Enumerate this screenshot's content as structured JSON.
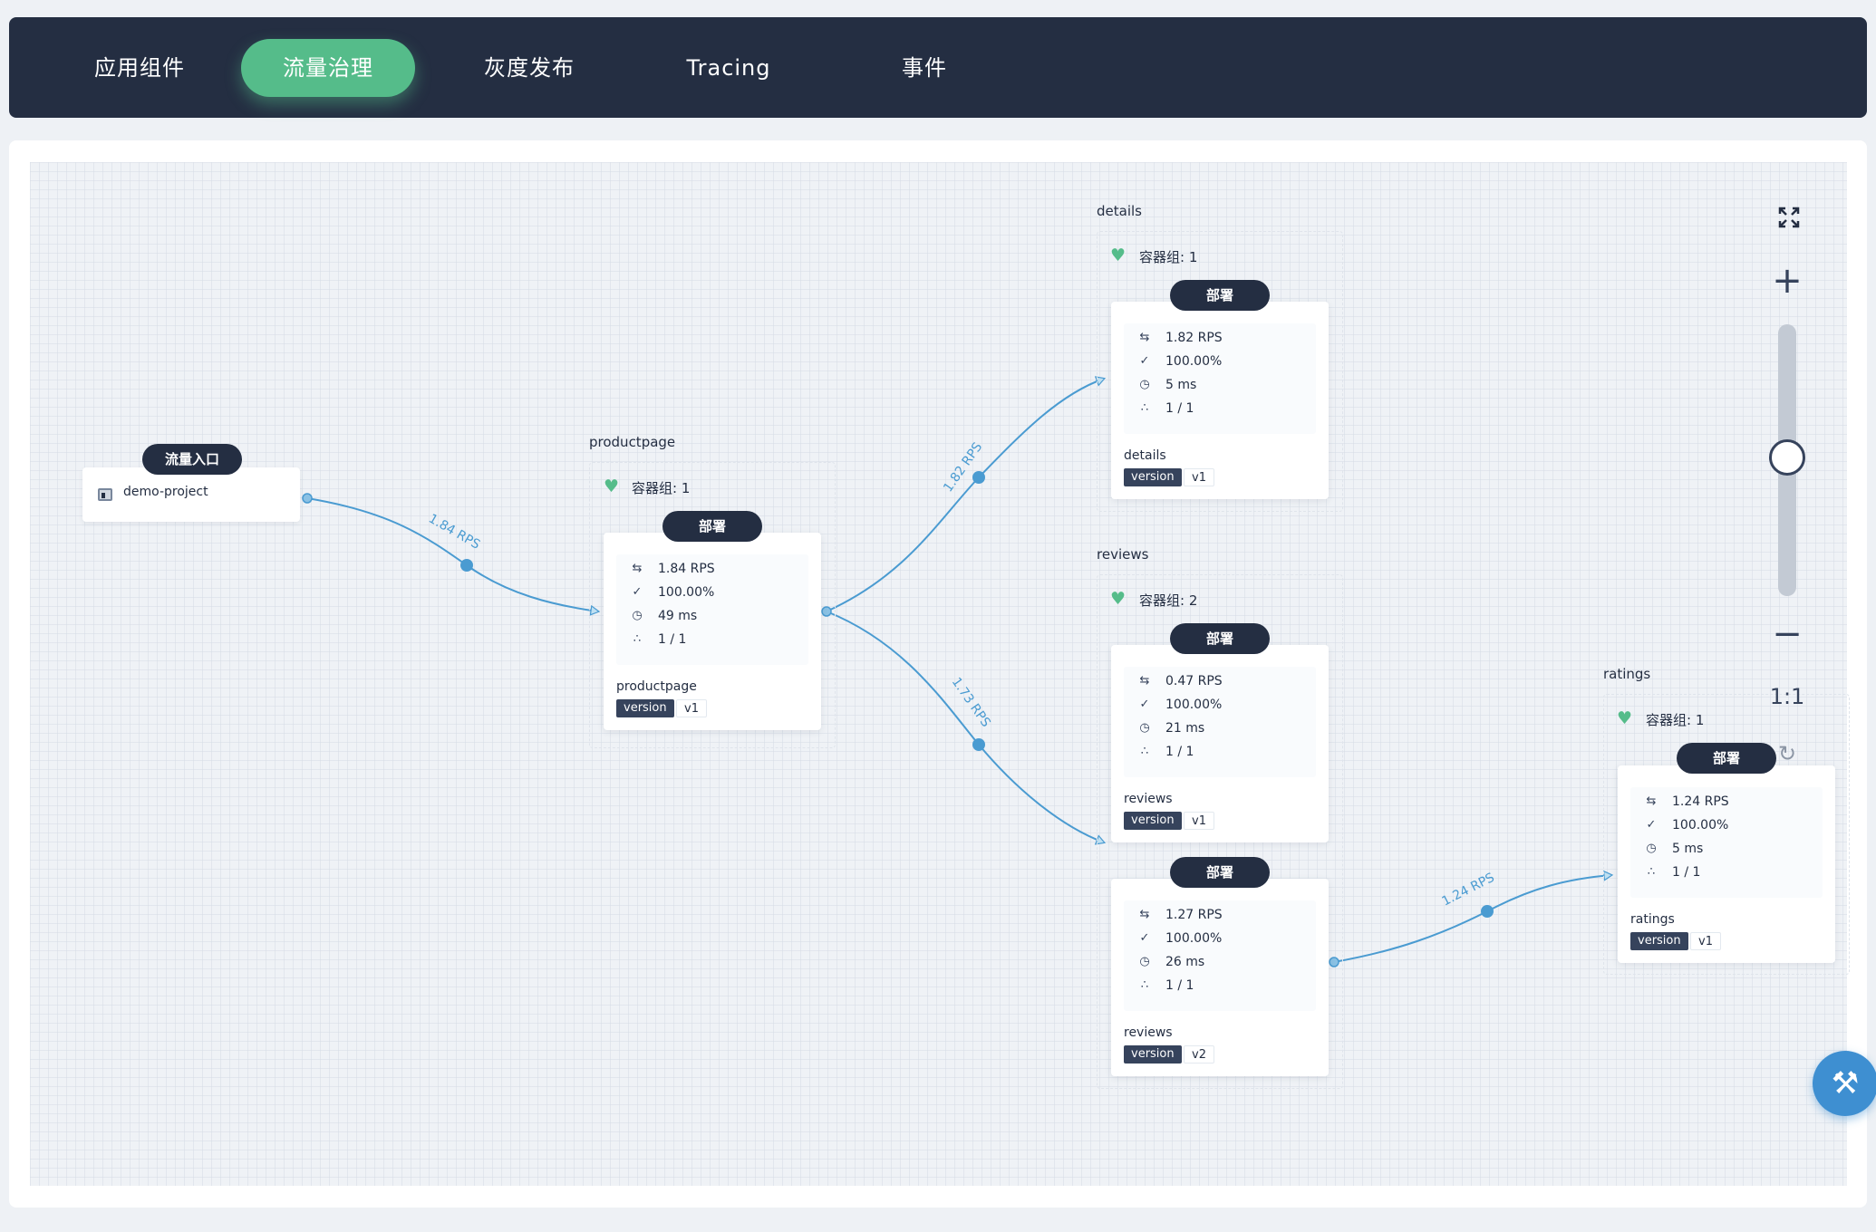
{
  "tabs": [
    {
      "label": "应用组件"
    },
    {
      "label": "流量治理"
    },
    {
      "label": "灰度发布"
    },
    {
      "label": "Tracing"
    },
    {
      "label": "事件"
    }
  ],
  "ingress": {
    "badge": "流量入口",
    "project": "demo-project"
  },
  "edges": [
    {
      "label": "1.84 RPS"
    },
    {
      "label": "1.82 RPS"
    },
    {
      "label": "1.73 RPS"
    },
    {
      "label": "1.24 RPS"
    }
  ],
  "services": {
    "productpage": {
      "name": "productpage",
      "pods": "容器组: 1",
      "deployments": [
        {
          "badge": "部署",
          "rps": "1.84 RPS",
          "success": "100.00%",
          "latency": "49 ms",
          "replicas": "1 / 1",
          "name": "productpage",
          "tag_key": "version",
          "tag_value": "v1"
        }
      ]
    },
    "details": {
      "name": "details",
      "pods": "容器组: 1",
      "deployments": [
        {
          "badge": "部署",
          "rps": "1.82 RPS",
          "success": "100.00%",
          "latency": "5 ms",
          "replicas": "1 / 1",
          "name": "details",
          "tag_key": "version",
          "tag_value": "v1"
        }
      ]
    },
    "reviews": {
      "name": "reviews",
      "pods": "容器组: 2",
      "deployments": [
        {
          "badge": "部署",
          "rps": "0.47 RPS",
          "success": "100.00%",
          "latency": "21 ms",
          "replicas": "1 / 1",
          "name": "reviews",
          "tag_key": "version",
          "tag_value": "v1"
        },
        {
          "badge": "部署",
          "rps": "1.27 RPS",
          "success": "100.00%",
          "latency": "26 ms",
          "replicas": "1 / 1",
          "name": "reviews",
          "tag_key": "version",
          "tag_value": "v2"
        }
      ]
    },
    "ratings": {
      "name": "ratings",
      "pods": "容器组: 1",
      "deployments": [
        {
          "badge": "部署",
          "rps": "1.24 RPS",
          "success": "100.00%",
          "latency": "5 ms",
          "replicas": "1 / 1",
          "name": "ratings",
          "tag_key": "version",
          "tag_value": "v1"
        }
      ]
    }
  },
  "zoom": {
    "reset_label": "1:1",
    "level": 0.5
  },
  "colors": {
    "accent": "#55bc8a",
    "dark": "#242e42",
    "edge": "#4a9bd1"
  },
  "icons": {
    "rps": "swap-arrows-icon",
    "success": "check-icon",
    "latency": "clock-icon",
    "replicas": "pods-icon",
    "health": "heart-icon",
    "fullscreen": "expand-icon",
    "zoom_in": "plus-icon",
    "zoom_out": "minus-icon",
    "refresh": "refresh-icon",
    "tool": "hammer-icon"
  }
}
